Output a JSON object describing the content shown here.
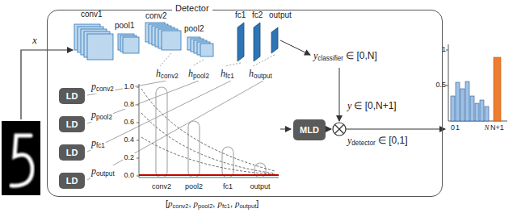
{
  "diagram": {
    "nodes": [
      {
        "text": [
          "Detector"
        ]
      },
      {
        "text": [
          "LD"
        ],
        "in": 0
      },
      {
        "text": [
          "LD"
        ],
        "in": 0
      },
      {
        "text": [
          "LD"
        ],
        "in": 0
      },
      {
        "text": [
          "LD"
        ],
        "in": 0
      },
      {
        "text": [
          "MLD"
        ],
        "in": 0
      }
    ],
    "labels": [
      "x",
      "conv1",
      "pool1",
      "conv2",
      "pool2",
      "fc1",
      "fc2",
      "output",
      "y",
      "classifier",
      "∈ [0,N]",
      "h",
      "conv2",
      "h",
      "pool2",
      "h",
      "fc1",
      "h",
      "output",
      "p",
      "conv2",
      "p",
      "pool2",
      "p",
      "fc1",
      "p",
      "output",
      "1.0",
      "0.8",
      "0.6",
      "0.4",
      "0.2",
      "0.0",
      "conv2",
      "pool2",
      "fc1",
      "output",
      "y",
      "∈ [0,N+1]",
      "y",
      "detector",
      "∈ [0,1]",
      "[",
      "p",
      "conv2",
      ",",
      "p",
      "pool2",
      ",",
      "p",
      "fc1",
      ",",
      "p",
      "output",
      "]",
      "1",
      "0.5",
      "0",
      "1",
      "N",
      "N+1"
    ]
  }
}
